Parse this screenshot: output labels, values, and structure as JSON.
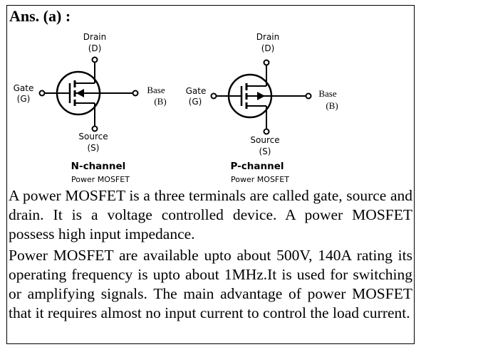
{
  "heading": "Ans. (a) :",
  "n_channel": {
    "drain": "Drain",
    "drain_sym": "(D)",
    "gate": "Gate",
    "gate_sym": "(G)",
    "base": "Base",
    "base_sym": "(B)",
    "source": "Source",
    "source_sym": "(S)",
    "title": "N-channel",
    "subtitle": "Power MOSFET"
  },
  "p_channel": {
    "drain": "Drain",
    "drain_sym": "(D)",
    "gate": "Gate",
    "gate_sym": "(G)",
    "base": "Base",
    "base_sym": "(B)",
    "source": "Source",
    "source_sym": "(S)",
    "title": "P-channel",
    "subtitle": "Power MOSFET"
  },
  "paragraph1": "A power MOSFET is a three terminals are called gate, source and drain. It is a voltage controlled device. A power MOSFET possess high input impedance.",
  "paragraph2": "Power MOSFET are  available upto about 500V, 140A rating its operating frequency is upto about 1MHz.It is used for switching or amplifying signals. The main advantage of power MOSFET that it requires almost no input current to control the load current."
}
